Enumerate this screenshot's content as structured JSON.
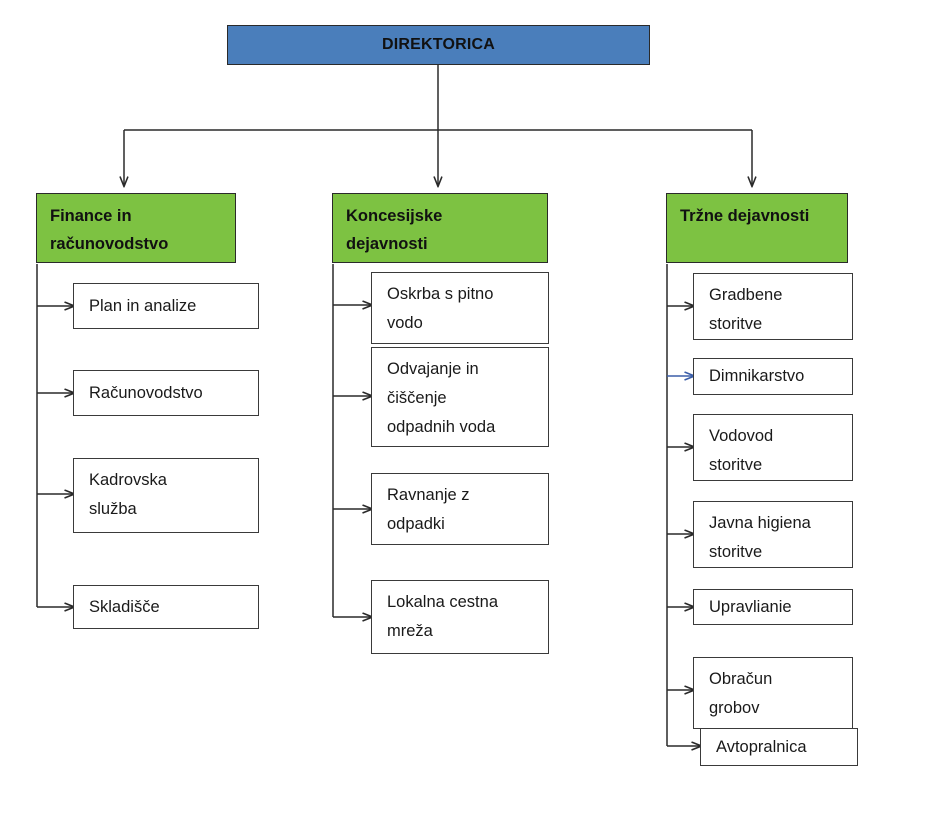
{
  "diagram": {
    "type": "organizational-chart",
    "language": "sl",
    "colors": {
      "root_fill": "#4A7EBB",
      "department_fill": "#7DC242",
      "leaf_fill": "#FFFFFF",
      "border": "#2A2A2A",
      "connector": "#2A2A2A",
      "highlight_connector": "#3B5EA8",
      "background": "#FFFFFF"
    },
    "root": {
      "label": "DIREKTORICA"
    },
    "departments": [
      {
        "id": "finance",
        "label": "Finance in\nračunovodstvo",
        "children": [
          {
            "label": "Plan in analize"
          },
          {
            "label": "Računovodstvo"
          },
          {
            "label": "Kadrovska\nslužba"
          },
          {
            "label": "Skladišče"
          }
        ]
      },
      {
        "id": "koncesijske",
        "label": "Koncesijske\ndejavnosti",
        "children": [
          {
            "label": "Oskrba s pitno\nvodo"
          },
          {
            "label": "Odvajanje in\nčiščenje\nodpadnih voda"
          },
          {
            "label": "Ravnanje z\nodpadki"
          },
          {
            "label": "Lokalna cestna\nmreža"
          }
        ]
      },
      {
        "id": "trzne",
        "label": "Tržne dejavnosti",
        "children": [
          {
            "label": "Gradbene\nstoritve"
          },
          {
            "label": "Dimnikarstvo",
            "connector_color": "#3B5EA8"
          },
          {
            "label": "Vodovod\nstoritve"
          },
          {
            "label": "Javna higiena\nstoritve"
          },
          {
            "label": "Upravlianie"
          },
          {
            "label": "Obračun\ngrobov"
          },
          {
            "label": "Avtopralnica"
          }
        ]
      }
    ]
  }
}
